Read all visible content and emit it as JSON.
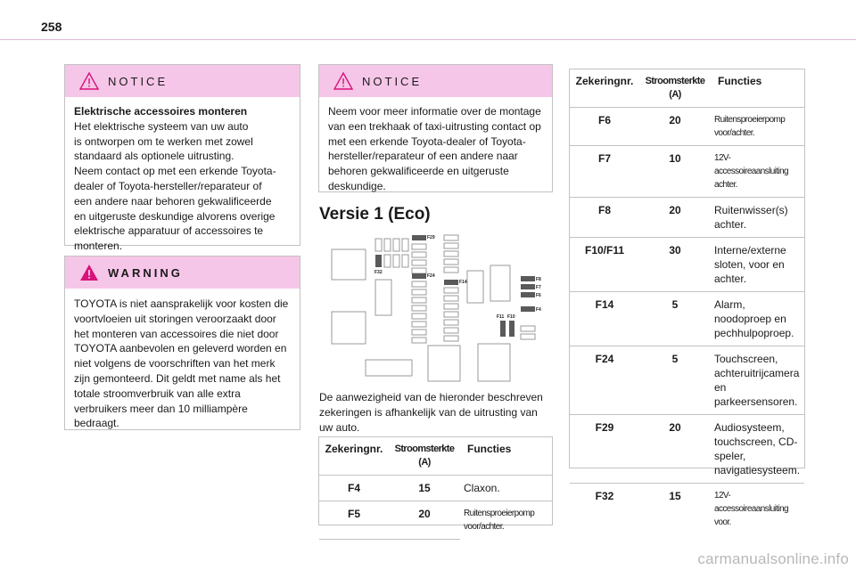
{
  "page_number": "258",
  "notice_left": {
    "icon": "warning-triangle-icon",
    "title": "NOTICE",
    "lead": "Elektrische accessoires monteren",
    "lines": [
      "Het elektrische systeem van uw auto",
      "is ontworpen om te werken met zowel",
      "standaard als optionele uitrusting.",
      "Neem contact op met een erkende Toyota-",
      "dealer of Toyota-hersteller/reparateur of",
      "een andere naar behoren gekwalificeerde",
      "en uitgeruste deskundige alvorens overige",
      "elektrische apparatuur of accessoires te",
      "monteren."
    ]
  },
  "warning": {
    "icon": "warning-triangle-filled-icon",
    "title": "WARNING",
    "lines": [
      "TOYOTA is niet aansprakelijk voor kosten die",
      "voortvloeien uit storingen veroorzaakt door",
      "het monteren van accessoires die niet door",
      "TOYOTA aanbevolen en geleverd worden en",
      "niet volgens de voorschriften van het merk",
      "zijn gemonteerd. Dit geldt met name als het",
      "totale stroomverbruik van alle extra",
      "verbruikers meer dan 10 milliampère",
      "bedraagt."
    ]
  },
  "notice_mid": {
    "icon": "warning-triangle-icon",
    "title": "NOTICE",
    "lines": [
      "Neem voor meer informatie over de montage",
      "van een trekhaak of taxi-uitrusting contact op",
      "met een erkende Toyota-dealer of Toyota-",
      "hersteller/reparateur of een andere naar",
      "behoren gekwalificeerde en uitgeruste",
      "deskundige."
    ]
  },
  "section_title": "Versie 1 (Eco)",
  "diagram_labels": {
    "f29": "F29",
    "f32": "F32",
    "f24": "F24",
    "f14": "F14",
    "f8": "F8",
    "f7": "F7",
    "f6": "F6",
    "f4": "F4",
    "f11": "F11",
    "f10": "F10"
  },
  "description_lines": [
    "De aanwezigheid van de hieronder beschreven",
    "zekeringen is afhankelijk van de uitrusting van",
    "uw auto."
  ],
  "table_headers": {
    "col1": "Zekeringnr.",
    "col2a": "Stroomsterkte",
    "col2b": "(A)",
    "col3": "Functies"
  },
  "table_left_rows": [
    {
      "fuse": "F4",
      "amp": "15",
      "func": "Claxon.",
      "cond": false
    },
    {
      "fuse": "F5",
      "amp": "20",
      "func": "Ruitensproeierpomp voor/achter.",
      "cond": true
    }
  ],
  "table_right_rows": [
    {
      "fuse": "F6",
      "amp": "20",
      "func": "Ruitensproeierpomp voor/achter.",
      "cond": true
    },
    {
      "fuse": "F7",
      "amp": "10",
      "func": "12V-accessoireaansluiting achter.",
      "cond": true
    },
    {
      "fuse": "F8",
      "amp": "20",
      "func": "Ruitenwisser(s) achter.",
      "cond": false
    },
    {
      "fuse": "F10/F11",
      "amp": "30",
      "func": "Interne/externe sloten, voor en achter.",
      "cond": false
    },
    {
      "fuse": "F14",
      "amp": "5",
      "func": "Alarm, noodoproep en pechhulpoproep.",
      "cond": false
    },
    {
      "fuse": "F24",
      "amp": "5",
      "func": "Touchscreen, achteruitrijcamera en parkeersensoren.",
      "cond": false
    },
    {
      "fuse": "F29",
      "amp": "20",
      "func": "Audiosysteem, touchscreen, CD-speler, navigatiesysteem.",
      "cond": false
    },
    {
      "fuse": "F32",
      "amp": "15",
      "func": "12V-accessoireaansluiting voor.",
      "cond": true
    }
  ],
  "footer": "carmanualsonline.info",
  "colors": {
    "banner": "#f6c6e8",
    "rule": "#e0b7d2",
    "border": "#c2c2c2",
    "warning_icon": "#d8127a"
  }
}
